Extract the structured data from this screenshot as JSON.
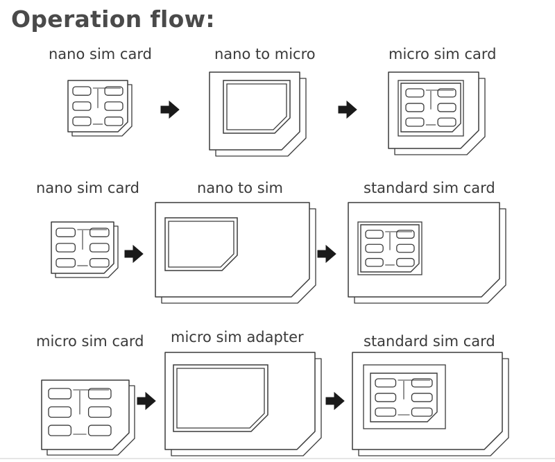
{
  "title": "Operation flow:",
  "rows": [
    {
      "source_label": "nano sim card",
      "adapter_label": "nano to micro",
      "result_label": "micro sim card"
    },
    {
      "source_label": "nano sim card",
      "adapter_label": "nano to sim",
      "result_label": "standard sim card"
    },
    {
      "source_label": "micro sim card",
      "adapter_label": "micro sim adapter",
      "result_label": "standard sim card"
    }
  ],
  "colors": {
    "title": "#4a4a4a",
    "stroke": "#3a3a3a",
    "arrow": "#1a1a1a",
    "face": "#ffffff"
  },
  "icons": {
    "source": "sim-card-icon",
    "arrow": "right-arrow-icon",
    "adapter": "sim-adapter-icon",
    "result": "sim-in-adapter-icon"
  }
}
